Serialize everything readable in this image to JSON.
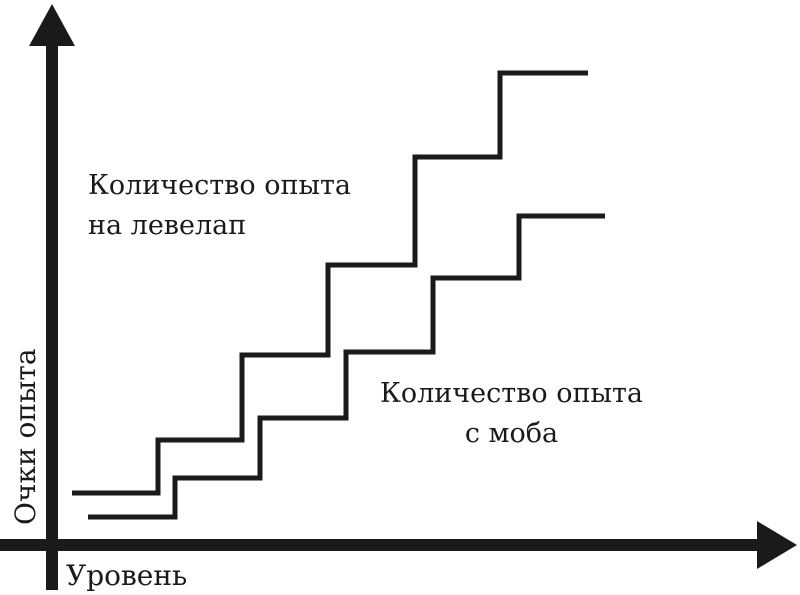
{
  "labels": {
    "upper_line": [
      "Количество опыта",
      "на левелап"
    ],
    "lower_line": [
      "Количество опыта",
      "с моба"
    ],
    "y_axis": "Очки опыта",
    "x_axis": "Уровень"
  },
  "colors": {
    "ink": "#1a1a1a",
    "background": "#ffffff"
  }
}
